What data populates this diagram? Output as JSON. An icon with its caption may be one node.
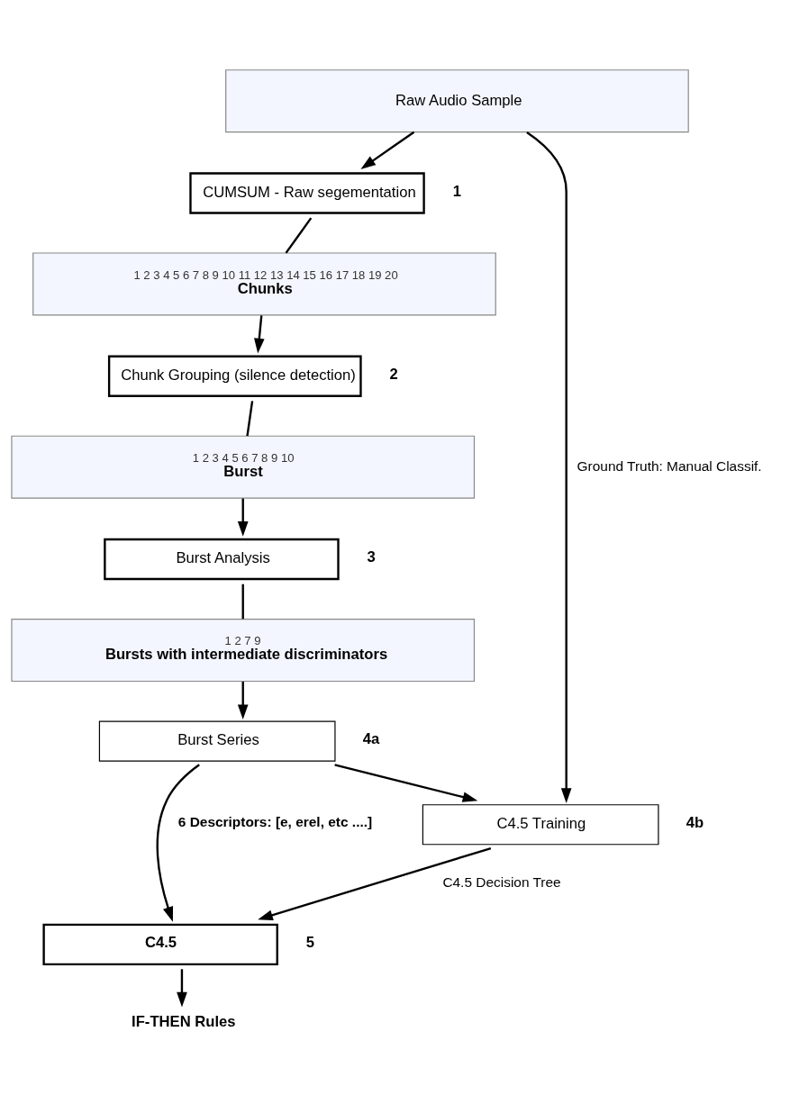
{
  "diagram": {
    "nodes": [
      {
        "text": [
          "Raw Audio Sample"
        ]
      },
      {
        "text": [
          "CUMSUM - Raw segementation"
        ],
        "beside": [
          "1"
        ]
      },
      {
        "text": [
          "1 2 3 4 5 6 7 8 9 10 11 12 13 14 15 16 17 18 19 20",
          "Chunks"
        ]
      },
      {
        "text": [
          "Chunk Grouping (silence detection)"
        ],
        "beside": [
          "2"
        ]
      },
      {
        "text": [
          "1 2 3 4 5 6 7 8 9 10",
          "Burst"
        ]
      },
      {
        "text": [
          "Burst Analysis"
        ],
        "beside": [
          "3"
        ]
      },
      {
        "text": [
          "1 2 7 9",
          "Bursts with intermediate discriminators"
        ]
      },
      {
        "text": [
          "Burst Series"
        ],
        "beside": [
          "4a"
        ]
      },
      {
        "text": [
          "C4.5 Training"
        ],
        "beside": [
          "4b"
        ]
      },
      {
        "text": [
          "C4.5"
        ],
        "beside": [
          "5"
        ]
      },
      {
        "text": [
          "IF-THEN Rules"
        ]
      }
    ],
    "edges": [
      {
        "from": 0,
        "to": 1,
        "arrow": "to"
      },
      {
        "from": 1,
        "to": 2,
        "arrow": "none"
      },
      {
        "from": 2,
        "to": 3,
        "arrow": "to"
      },
      {
        "from": 3,
        "to": 4,
        "arrow": "none"
      },
      {
        "from": 4,
        "to": 5,
        "arrow": "to"
      },
      {
        "from": 5,
        "to": 6,
        "arrow": "none"
      },
      {
        "from": 6,
        "to": 7,
        "arrow": "to"
      },
      {
        "from": 0,
        "to": 8,
        "arrow": "to",
        "label": "Ground Truth: Manual Classif."
      },
      {
        "from": 7,
        "to": 8,
        "arrow": "to"
      },
      {
        "from": 7,
        "to": 9,
        "arrow": "to",
        "label": "6 Descriptors: [e, erel, etc ....]"
      },
      {
        "from": 8,
        "to": 9,
        "arrow": "to",
        "label": "C4.5 Decision Tree"
      },
      {
        "from": 9,
        "to": 10,
        "arrow": "to"
      }
    ]
  }
}
